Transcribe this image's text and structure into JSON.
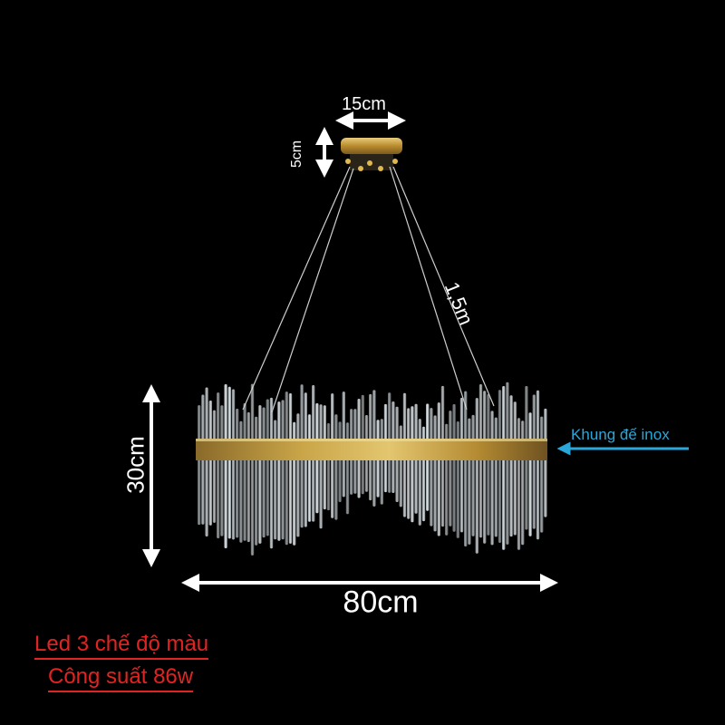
{
  "dimensions": {
    "canopy_width": "15cm",
    "canopy_height": "5cm",
    "cable_length": "1,5m",
    "lamp_height": "30cm",
    "lamp_width": "80cm"
  },
  "callout": {
    "frame_label": "Khung đế inox",
    "color": "#2aa7d8"
  },
  "notes": {
    "led_modes": "Led 3 chế độ màu",
    "power": "Công suất 86w",
    "color": "#e02424"
  },
  "colors": {
    "background": "#000000",
    "gold": "#c9a548",
    "crystal": "#dfe6ea"
  }
}
